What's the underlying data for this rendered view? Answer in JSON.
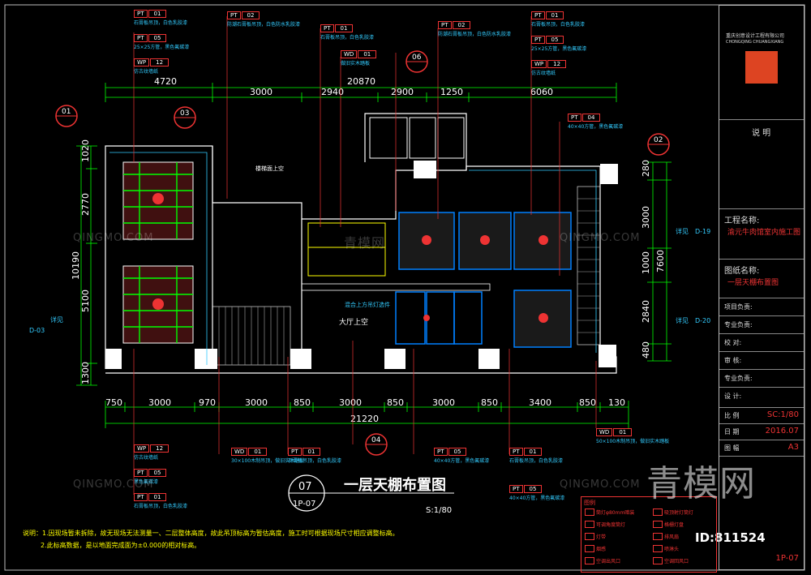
{
  "drawing": {
    "sheet_title": "一层天棚布置图",
    "scale": "S:1/80",
    "view_number": "07",
    "view_ref": "1P-07",
    "dims_top": {
      "l1": "4720",
      "l2": "20870",
      "segments": [
        "3000",
        "2940",
        "2900",
        "1250",
        "6060"
      ]
    },
    "dims_left": [
      "1020",
      "2770",
      "5100",
      "1300"
    ],
    "dims_left_total": "10190",
    "dims_bottom": [
      "750",
      "3000",
      "970",
      "3000",
      "850",
      "3000",
      "850",
      "3000",
      "850",
      "3400",
      "850",
      "130"
    ],
    "dims_bottom_total": "21220",
    "dims_right": [
      "280",
      "3000",
      "1000",
      "2840",
      "480"
    ],
    "dims_right_total": "7600",
    "room_labels": [
      "楼梯面上空",
      "大厅上空",
      "混合上方吊灯选件"
    ],
    "side_refs": [
      "D-19",
      "D-20",
      "D-03"
    ],
    "side_ref_prefix": "详见",
    "section_markers": [
      "01",
      "03",
      "02",
      "04",
      "06"
    ]
  },
  "tags_top": [
    {
      "code": "PT",
      "num": "01",
      "note": "石膏板吊顶，白色乳胶漆"
    },
    {
      "code": "PT",
      "num": "05",
      "note": "25×25方管，黑色氟碳漆"
    },
    {
      "code": "WP",
      "num": "12",
      "note": "仿古纹墙纸"
    },
    {
      "code": "PT",
      "num": "02",
      "note": "防潮石膏板吊顶，白色防水乳胶漆"
    },
    {
      "code": "PT",
      "num": "01",
      "note": "石膏板吊顶，白色乳胶漆"
    },
    {
      "code": "WD",
      "num": "01",
      "note": "做旧实木踏板"
    },
    {
      "code": "PT",
      "num": "02",
      "note": "防潮石膏板吊顶，白色防水乳胶漆"
    },
    {
      "code": "PT",
      "num": "01",
      "note": "石膏板吊顶，白色乳胶漆"
    },
    {
      "code": "PT",
      "num": "05",
      "note": "25×25方管，黑色氟碳漆"
    },
    {
      "code": "WP",
      "num": "12",
      "note": "仿古纹墙纸"
    },
    {
      "code": "PT",
      "num": "04",
      "note": "40×40方管，黑色氟碳漆"
    }
  ],
  "tags_bottom": [
    {
      "code": "WP",
      "num": "12",
      "note": "仿古纹墙纸"
    },
    {
      "code": "PT",
      "num": "05",
      "note": "黑色氟碳漆"
    },
    {
      "code": "PT",
      "num": "01",
      "note": "石膏板吊顶，白色乳胶漆"
    },
    {
      "code": "WD",
      "num": "01",
      "note": "30×100木制吊顶，做旧实木踏板"
    },
    {
      "code": "PT",
      "num": "01",
      "note": "石膏板吊顶，白色乳胶漆"
    },
    {
      "code": "PT",
      "num": "05",
      "note": "40×40方管，黑色氟碳漆"
    },
    {
      "code": "PT",
      "num": "01",
      "note": "石膏板吊顶，白色乳胶漆"
    },
    {
      "code": "PT",
      "num": "05",
      "note": "40×40方管，黑色氟碳漆"
    },
    {
      "code": "WD",
      "num": "01",
      "note": "50×100木制吊顶，做旧实木踏板"
    }
  ],
  "notes": {
    "line1": "说明：1.因现场暂未拆除，故无现场无法测量一、二层整体高度，故此吊顶标高为暂估高度，施工时可根据现场尺寸相应调整标高。",
    "line2": "2.此标高数据，是以地面完成面为±0.000的相对标高。"
  },
  "title_block": {
    "company": "重庆创意设计工程有限公司",
    "company_en": "CHONGQING CHUANGXIANG",
    "notes_title": "说  明",
    "project_label": "工程名称:",
    "project_name": "渝元牛肉馆室内施工图",
    "drawing_label": "图纸名称:",
    "drawing_name": "一层天棚布置图",
    "rows": [
      "项目负责:",
      "专业负责:",
      "校  对:",
      "审  核:",
      "专业负责:",
      "设  计:"
    ],
    "scale_label": "比  例",
    "scale_value": "SC:1/80",
    "date_label": "日  期",
    "date_value": "2016.07",
    "size_label": "图  幅",
    "size_value": "A3",
    "sheet_no": "1P-07"
  },
  "legend": {
    "title": "图例",
    "items": [
      "筒灯φ80mm暗装",
      "吸顶射灯筒灯",
      "可调角度筒灯",
      "格栅灯盘",
      "灯带",
      "排风扇",
      "烟感",
      "喷淋头",
      "空调出风口",
      "空调回风口"
    ]
  },
  "watermarks": [
    "QINGMO.COM",
    "青模网",
    "青模网"
  ],
  "id_label": "ID:811524",
  "colors": {
    "dim": "#00ff00",
    "tag": "#ff3030",
    "note": "#3cf",
    "wall": "#fff",
    "ceiling": "#0080ff",
    "title": "#ffff00"
  }
}
